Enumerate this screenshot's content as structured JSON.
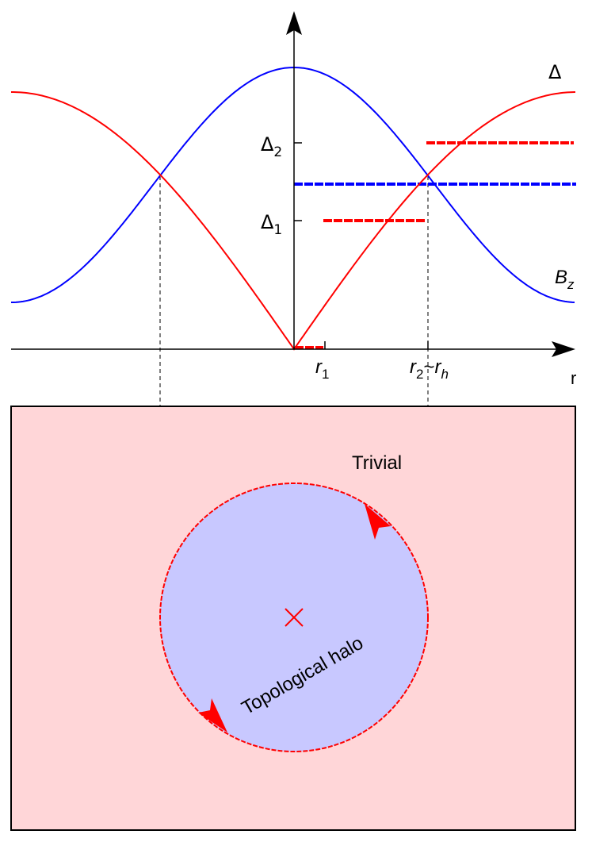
{
  "labels": {
    "delta_curve": "Δ",
    "delta_2": "Δ",
    "delta_2_sub": "2",
    "delta_1": "Δ",
    "delta_1_sub": "1",
    "bz": "B",
    "bz_sub": "z",
    "r1": "r",
    "r1_sub": "1",
    "r2": "r",
    "r2_sub": "2",
    "tilde": "~",
    "rh": "r",
    "rh_sub": "h",
    "r_axis": "r",
    "trivial": "Trivial",
    "topological_halo": "Topological halo"
  },
  "colors": {
    "delta_curve": "#ff0000",
    "bz_curve": "#0000ff",
    "trivial_region": "#ffd6d8",
    "halo_region": "#c8c8ff",
    "boundary": "#ff0000",
    "axis": "#000000"
  },
  "icons": {
    "center_marker": "x-cross-icon",
    "boundary_arrows": "arrowhead-icon"
  }
}
